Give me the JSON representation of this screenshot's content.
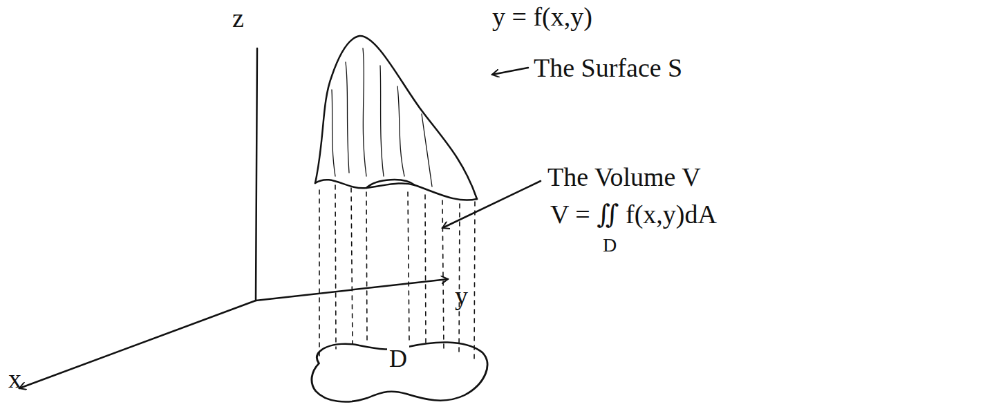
{
  "diagram": {
    "nodes": [
      {
        "text": [
          "D"
        ]
      }
    ],
    "labels": [
      "z",
      "y",
      "x",
      "y = f(x,y)",
      "The Surface S",
      "The Volume V",
      "V = ∬ f(x,y)dA",
      "D"
    ]
  }
}
